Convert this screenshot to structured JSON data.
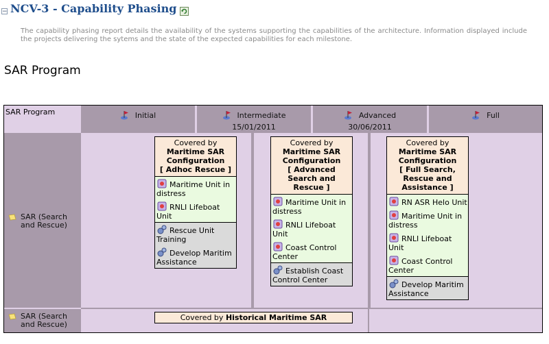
{
  "page": {
    "title": "NCV-3 - Capability Phasing",
    "collapse_symbol": "−",
    "description": "The capability phasing report details the availability of the systems supporting the capabilities of the architecture. Information displayed include the projects delivering the sytems and the state of the expected capabilities for each milestone.",
    "program_heading": "SAR Program"
  },
  "grid": {
    "corner_label": "SAR Program",
    "milestones": [
      {
        "name": "Initial",
        "date": ""
      },
      {
        "name": "Intermediate",
        "date": "15/01/2011"
      },
      {
        "name": "Advanced",
        "date": "30/06/2011"
      },
      {
        "name": "Full",
        "date": ""
      }
    ],
    "rows": [
      {
        "label_line1": "SAR (Search",
        "label_line2": "and Rescue)"
      },
      {
        "label_line1": "SAR (Search",
        "label_line2": "and Rescue)"
      }
    ]
  },
  "boxes": [
    {
      "covered_by": "Covered by",
      "config_line1": "Maritime SAR",
      "config_line2": "Configuration",
      "config_line3": "[ Adhoc Rescue ]",
      "systems": [
        "Maritime Unit in distress",
        "RNLI Lifeboat Unit"
      ],
      "projects": [
        "Rescue Unit Training",
        "Develop Maritim Assistance"
      ]
    },
    {
      "covered_by": "Covered by",
      "config_line1": "Maritime SAR",
      "config_line2": "Configuration",
      "config_line3": "[ Advanced",
      "config_line4": "Search and",
      "config_line5": "Rescue ]",
      "systems": [
        "Maritime Unit in distress",
        "RNLI Lifeboat Unit",
        "Coast Control Center"
      ],
      "projects": [
        "Establish Coast Control Center"
      ]
    },
    {
      "covered_by": "Covered by",
      "config_line1": "Maritime SAR",
      "config_line2": "Configuration",
      "config_line3": "[ Full Search,",
      "config_line4": "Rescue and",
      "config_line5": "Assistance ]",
      "systems": [
        "RN ASR Helo Unit",
        "Maritime Unit in distress",
        "RNLI Lifeboat Unit",
        "Coast Control Center"
      ],
      "projects": [
        "Develop Maritim Assistance"
      ]
    }
  ],
  "historical": {
    "covered_by": "Covered by",
    "name": "Historical Maritime SAR"
  },
  "icons": {
    "milestone": "milestone-flag-icon",
    "capability": "capability-note-icon",
    "system": "system-node-icon",
    "project": "project-gear-icon",
    "refresh": "refresh-icon"
  },
  "colors": {
    "title": "#1f4e8c",
    "grid_bg": "#e0d0e6",
    "header_bg": "#a89aaa",
    "config_bg": "#fbe9d8",
    "system_bg": "#eafae0",
    "project_bg": "#dadada"
  }
}
